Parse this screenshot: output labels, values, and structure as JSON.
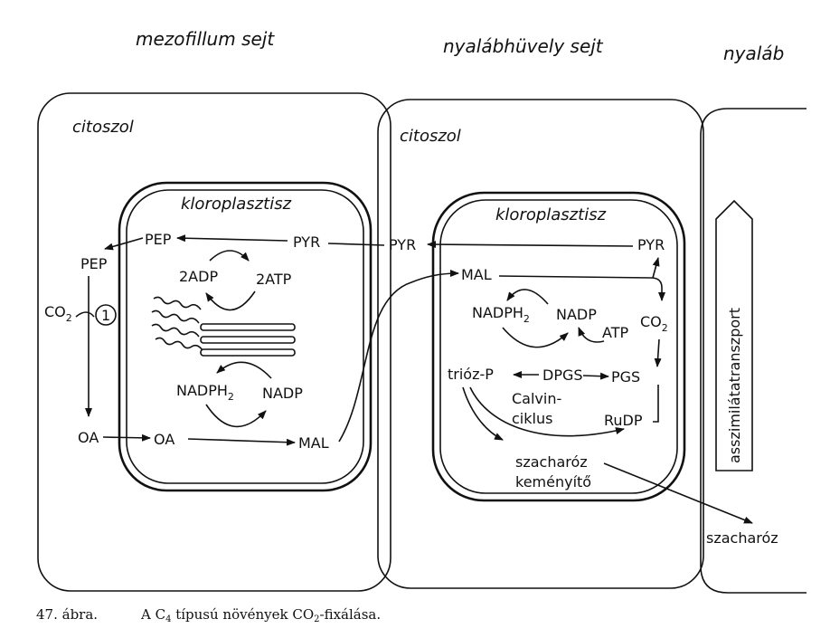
{
  "headers": {
    "mesophyll": "mezofillum sejt",
    "bundle_sheath": "nyalábhüvely sejt",
    "bundle": "nyaláb"
  },
  "compartments": {
    "cytosol_left": "citoszol",
    "cytosol_right": "citoszol",
    "chloroplast_left": "kloroplasztisz",
    "chloroplast_right": "kloroplasztisz"
  },
  "labels": {
    "pep_chloro": "PEP",
    "pep_cyto": "PEP",
    "pyr_chloro_left": "PYR",
    "pyr_between": "PYR",
    "pyr_right": "PYR",
    "adp": "2ADP",
    "atp": "2ATP",
    "co2_left": "CO",
    "co2_left_sub": "2",
    "step_number": "1",
    "nadph2_left": "NADPH",
    "nadph2_left_sub": "2",
    "nadp_left": "NADP",
    "oa_cyto": "OA",
    "oa_chloro": "OA",
    "mal_left": "MAL",
    "mal_right": "MAL",
    "nadph2_right": "NADPH",
    "nadph2_right_sub": "2",
    "nadp_right": "NADP",
    "atp_right": "ATP",
    "co2_right": "CO",
    "co2_right_sub": "2",
    "trioz_p": "trióz-P",
    "dpgs": "DPGS",
    "pgs": "PGS",
    "calvin_1": "Calvin-",
    "calvin_2": "ciklus",
    "rudp": "RuDP",
    "szacharoz_inner": "szacharóz",
    "kemenyito": "keményítő",
    "szacharoz_out": "szacharóz",
    "transport": "asszimilátatranszport"
  },
  "caption": {
    "number": "47. ábra.",
    "text_a": "A C",
    "text_sub4": "4",
    "text_b": " típusú növények CO",
    "text_sub2": "2",
    "text_c": "-fixálása."
  }
}
